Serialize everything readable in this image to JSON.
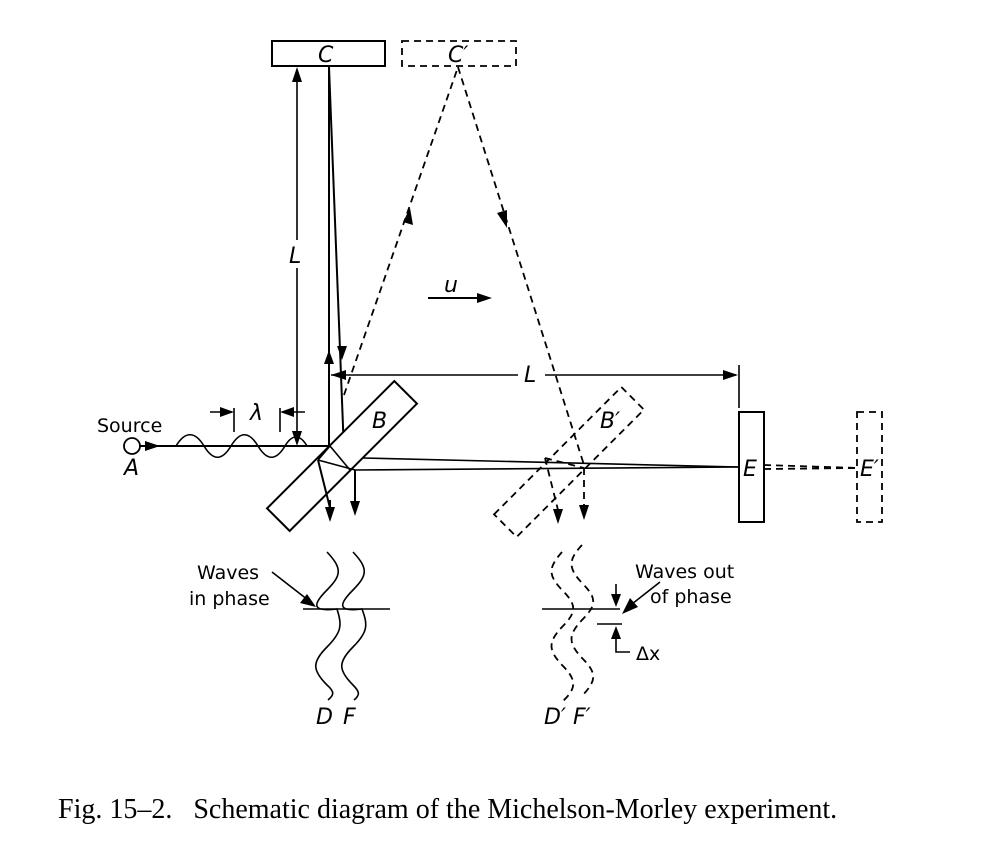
{
  "figure": {
    "caption": "Fig. 15–2.   Schematic diagram of the Michelson-Morley experiment.",
    "labels": {
      "source": "Source",
      "A": "A",
      "lambda": "λ",
      "B": "B",
      "B_prime": "B′",
      "C": "C",
      "C_prime": "C′",
      "E": "E",
      "E_prime": "E′",
      "L_vertical": "L",
      "L_horizontal": "L",
      "u": "u",
      "D": "D",
      "F": "F",
      "D_prime": "D′",
      "F_prime": "F′",
      "delta_x": "Δx"
    },
    "annotations": {
      "in_phase_line1": "Waves",
      "in_phase_line2": "in phase",
      "out_phase_line1": "Waves out",
      "out_phase_line2": "of phase"
    }
  }
}
